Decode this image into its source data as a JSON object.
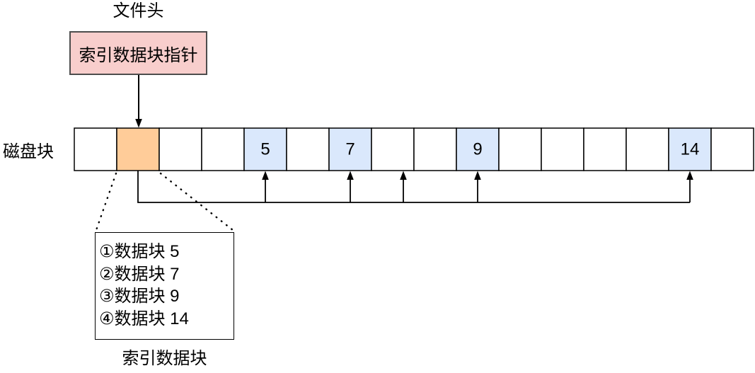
{
  "labels": {
    "file_header": "文件头",
    "header_box": "索引数据块指针",
    "disk_row": "磁盘块",
    "index_block": "索引数据块"
  },
  "colors": {
    "header_box_fill": "#f8cecc",
    "header_box_border": "#4d4d4d",
    "index_block_fill": "#ffcc99",
    "data_block_fill": "#dae8fc",
    "empty_block_fill": "#ffffff",
    "stroke": "#000000"
  },
  "disk_blocks": [
    {
      "type": "empty",
      "label": ""
    },
    {
      "type": "index",
      "label": ""
    },
    {
      "type": "empty",
      "label": ""
    },
    {
      "type": "empty",
      "label": ""
    },
    {
      "type": "data",
      "label": "5"
    },
    {
      "type": "empty",
      "label": ""
    },
    {
      "type": "data",
      "label": "7"
    },
    {
      "type": "empty",
      "label": ""
    },
    {
      "type": "empty",
      "label": ""
    },
    {
      "type": "data",
      "label": "9"
    },
    {
      "type": "empty",
      "label": ""
    },
    {
      "type": "empty",
      "label": ""
    },
    {
      "type": "empty",
      "label": ""
    },
    {
      "type": "empty",
      "label": ""
    },
    {
      "type": "data",
      "label": "14"
    },
    {
      "type": "empty",
      "label": ""
    }
  ],
  "index_entries": [
    "①数据块 5",
    "②数据块 7",
    "③数据块 9",
    "④数据块 14"
  ],
  "pointer_arrows_x": [
    375,
    495,
    570,
    675,
    975
  ]
}
